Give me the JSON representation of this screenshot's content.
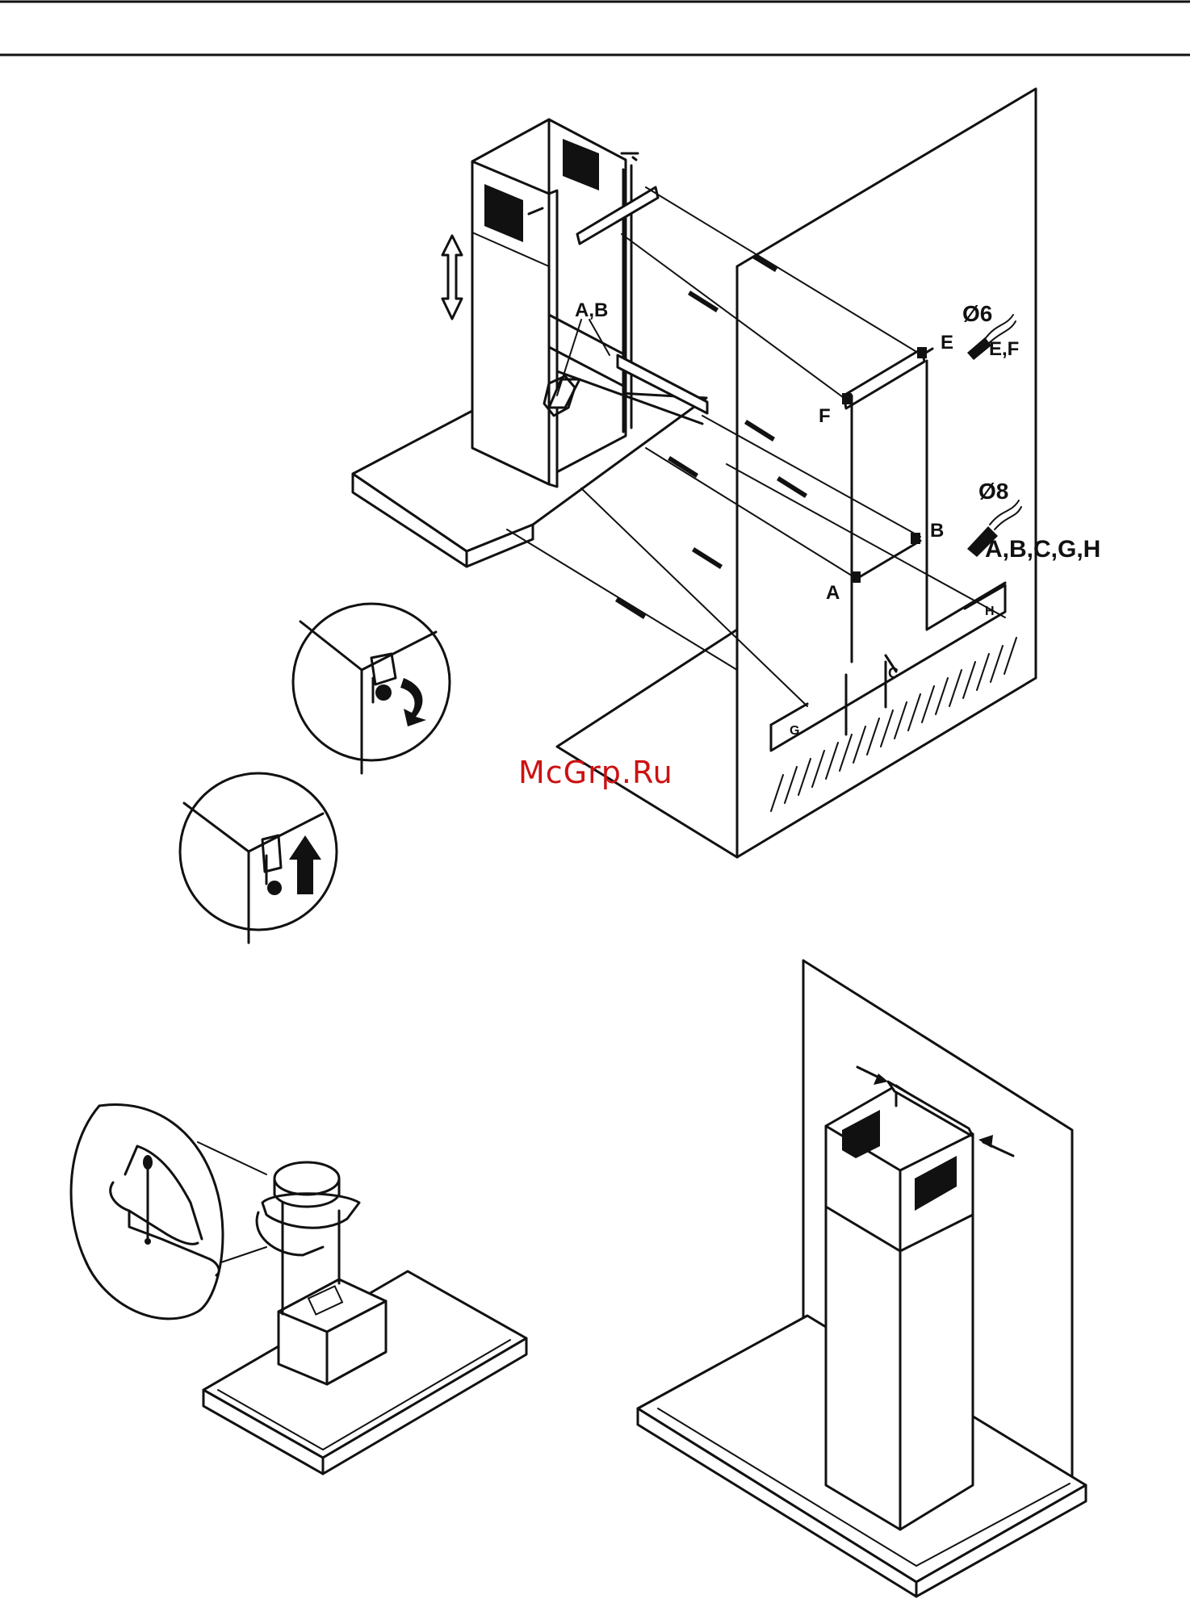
{
  "labels": {
    "ab_top": "A,B",
    "e": "E",
    "f": "F",
    "b": "B",
    "a": "A",
    "c": "C",
    "g": "G",
    "h": "H",
    "drill6": "Ø6",
    "drill6_targets": "E,F",
    "drill8": "Ø8",
    "drill8_targets": "A,B,C,G,H"
  },
  "watermark": "McGrp.Ru",
  "colors": {
    "line": "#111111",
    "watermark": "#cc1111",
    "background": "#ffffff"
  },
  "icons": [
    "double-arrow-icon",
    "drill-icon",
    "rotate-arrow-icon",
    "up-arrow-icon",
    "press-arrow-icon"
  ]
}
